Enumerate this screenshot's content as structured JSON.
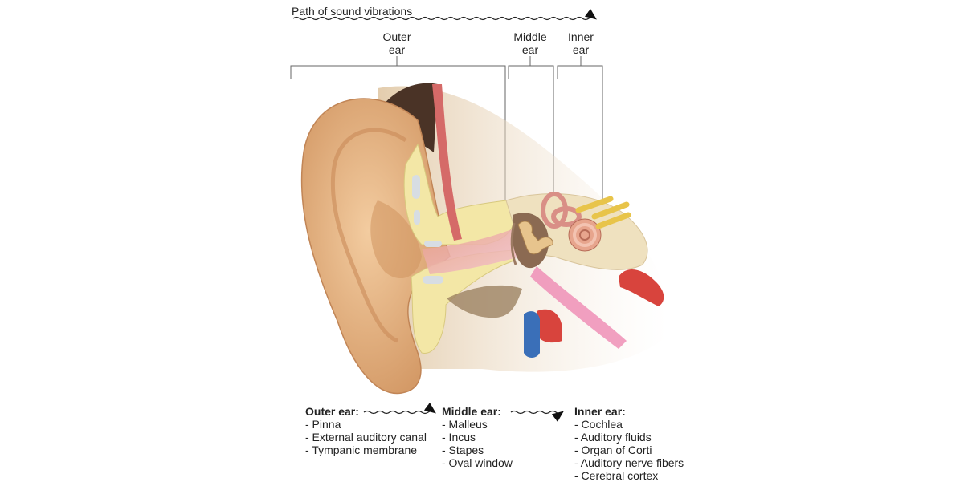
{
  "diagram": {
    "path_label": "Path of sound vibrations",
    "sections": [
      {
        "name": "Outer",
        "sub": "ear"
      },
      {
        "name": "Middle",
        "sub": "ear"
      },
      {
        "name": "Inner",
        "sub": "ear"
      }
    ],
    "lists": [
      {
        "heading": "Outer ear:",
        "items": [
          "- Pinna",
          "- External auditory canal",
          "- Tympanic membrane"
        ]
      },
      {
        "heading": "Middle ear:",
        "items": [
          "- Malleus",
          "- Incus",
          "- Stapes",
          "- Oval window"
        ]
      },
      {
        "heading": "Inner ear:",
        "items": [
          "- Cochlea",
          "- Auditory fluids",
          "- Organ of Corti",
          "- Auditory nerve fibers",
          "- Cerebral cortex"
        ]
      }
    ],
    "colors": {
      "skin": "#e9b98a",
      "cartilage": "#f3e7a6",
      "bone": "#efe1bf",
      "canal": "#d9837a",
      "artery": "#d8443d",
      "vein": "#3a6fb8",
      "nerve": "#e8c44a"
    }
  }
}
